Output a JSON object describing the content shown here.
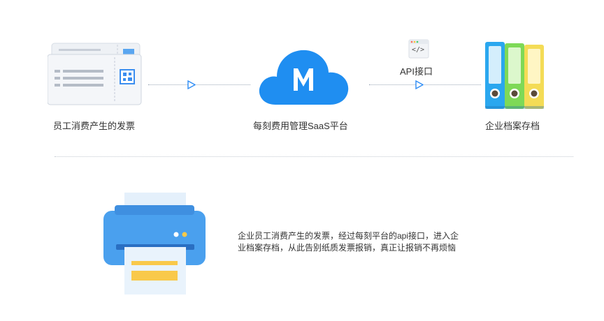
{
  "flow": {
    "step1_label": "员工消费产生的发票",
    "step2_label": "每刻费用管理SaaS平台",
    "step3_label": "企业档案存档",
    "api_label": "API接口",
    "code_symbol": "</>"
  },
  "colors": {
    "accent_blue": "#2f8df5",
    "cloud_blue": "#1f8ef1",
    "binder_blue": "#2aa7ef",
    "binder_green": "#7ed957",
    "binder_yellow": "#f4dc56",
    "printer_blue": "#4aa0ee",
    "paper_yellow": "#f9c94a"
  },
  "icons": [
    "invoice-ticket-icon",
    "cloud-logo-icon",
    "code-window-icon",
    "binders-icon",
    "printer-icon"
  ],
  "description": {
    "line1": "企业员工消费产生的发票，经过每刻平台的api接口，进入企",
    "line2": "业档案存档，从此告别纸质发票报销，真正让报销不再烦恼"
  }
}
